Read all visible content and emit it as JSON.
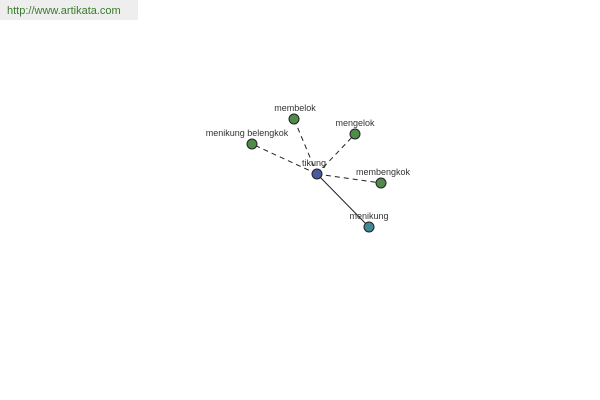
{
  "watermark": {
    "url_text": "http://www.artikata.com"
  },
  "graph": {
    "center": {
      "id": "tikung",
      "label": "tikung",
      "color": "#4a5aa0"
    },
    "nodes": [
      {
        "id": "membelok",
        "label": "membelok",
        "color": "#4f8c4a",
        "relation": "dashed"
      },
      {
        "id": "mengelok",
        "label": "mengelok",
        "color": "#4f8c4a",
        "relation": "dashed"
      },
      {
        "id": "menikung-belengkok",
        "label": "menikung  belengkok",
        "color": "#4f8c4a",
        "relation": "dashed"
      },
      {
        "id": "membengkok",
        "label": "membengkok",
        "color": "#4f8c4a",
        "relation": "dashed"
      },
      {
        "id": "menikung",
        "label": "menikung",
        "color": "#3f8a96",
        "relation": "solid"
      }
    ]
  }
}
